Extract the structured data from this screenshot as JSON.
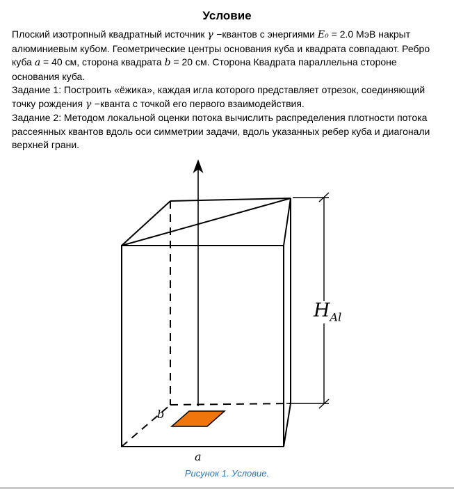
{
  "title": "Условие",
  "problem": {
    "paragraphs": [
      [
        {
          "t": "Плоский изотропный квадратный источник "
        },
        {
          "t": "γ ",
          "m": true
        },
        {
          "t": "−квантов с энергиями "
        },
        {
          "t": "E₀",
          "m": true
        },
        {
          "t": " = 2.0 МэВ накрыт алюминиевым кубом. Геометрические центры основания куба и квадрата совпадают. Ребро куба "
        },
        {
          "t": "a",
          "m": true
        },
        {
          "t": " = 40 см, сторона квадрата "
        },
        {
          "t": "b",
          "m": true
        },
        {
          "t": " = 20 см. Сторона Квадрата параллельна стороне основания куба."
        }
      ],
      [
        {
          "t": "Задание 1: Построить «ёжика», каждая игла которого представляет отрезок, соединяющий точку рождения "
        },
        {
          "t": "γ ",
          "m": true
        },
        {
          "t": "−кванта с точкой его первого взаимодействия."
        }
      ],
      [
        {
          "t": "Задание 2: Методом локальной оценки потока вычислить распределения плотности потока рассеянных квантов вдоль оси симметрии задачи, вдоль указанных ребер куба и диагонали верхней грани."
        }
      ]
    ]
  },
  "figure": {
    "label_b": "b",
    "label_a": "a",
    "label_h_main": "H",
    "label_h_sub": "Al",
    "source_color": "#F0750A",
    "caption": "Рисунок 1. Условие."
  },
  "colors": {
    "caption_blue": "#2E74B5",
    "line_black": "#000000",
    "source_orange": "#F0750A"
  }
}
